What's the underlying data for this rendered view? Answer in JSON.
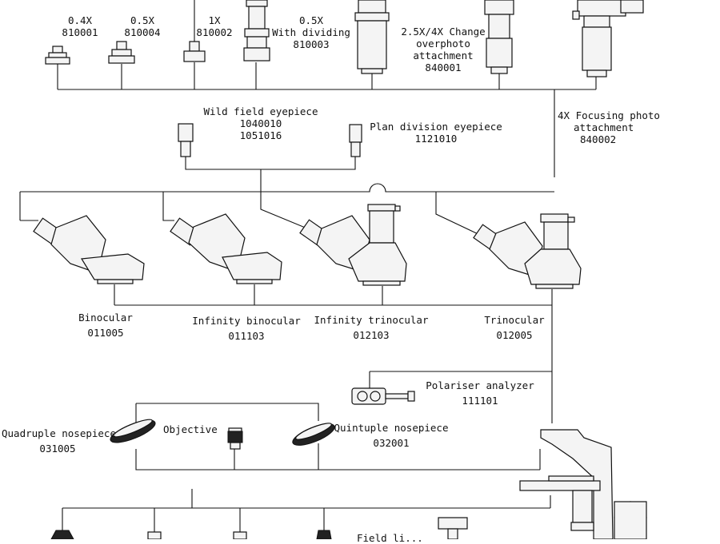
{
  "adapters": {
    "a04x": {
      "name": "0.4X",
      "code": "810001"
    },
    "a05x": {
      "name": "0.5X",
      "code": "810004"
    },
    "a1x": {
      "name": "1X",
      "code": "810002"
    },
    "a05div": {
      "name": "0.5X",
      "sub": "With dividing",
      "code": "810003"
    },
    "change": {
      "name": "2.5X/4X Change",
      "sub": "overphoto",
      "sub2": "attachment",
      "code": "840001"
    },
    "focusing": {
      "name": "4X Focusing photo",
      "sub": "attachment",
      "code": "840002"
    }
  },
  "eyepieces": {
    "wild": {
      "name": "Wild field eyepiece",
      "code1": "1040010",
      "code2": "1051016"
    },
    "plan": {
      "name": "Plan division eyepiece",
      "code": "1121010"
    }
  },
  "heads": [
    {
      "name": "Binocular",
      "code": "011005"
    },
    {
      "name": "Infinity binocular",
      "code": "011103"
    },
    {
      "name": "Infinity trinocular",
      "code": "012103"
    },
    {
      "name": "Trinocular",
      "code": "012005"
    }
  ],
  "polariser": {
    "name": "Polariser analyzer",
    "code": "111101"
  },
  "nosepieces": {
    "quadruple": {
      "name": "Quadruple nosepiece",
      "code": "031005"
    },
    "objective": {
      "name": "Objective"
    },
    "quintuple": {
      "name": "Quintuple nosepiece",
      "code": "032001"
    }
  },
  "bottom": {
    "field": "Field li..."
  }
}
